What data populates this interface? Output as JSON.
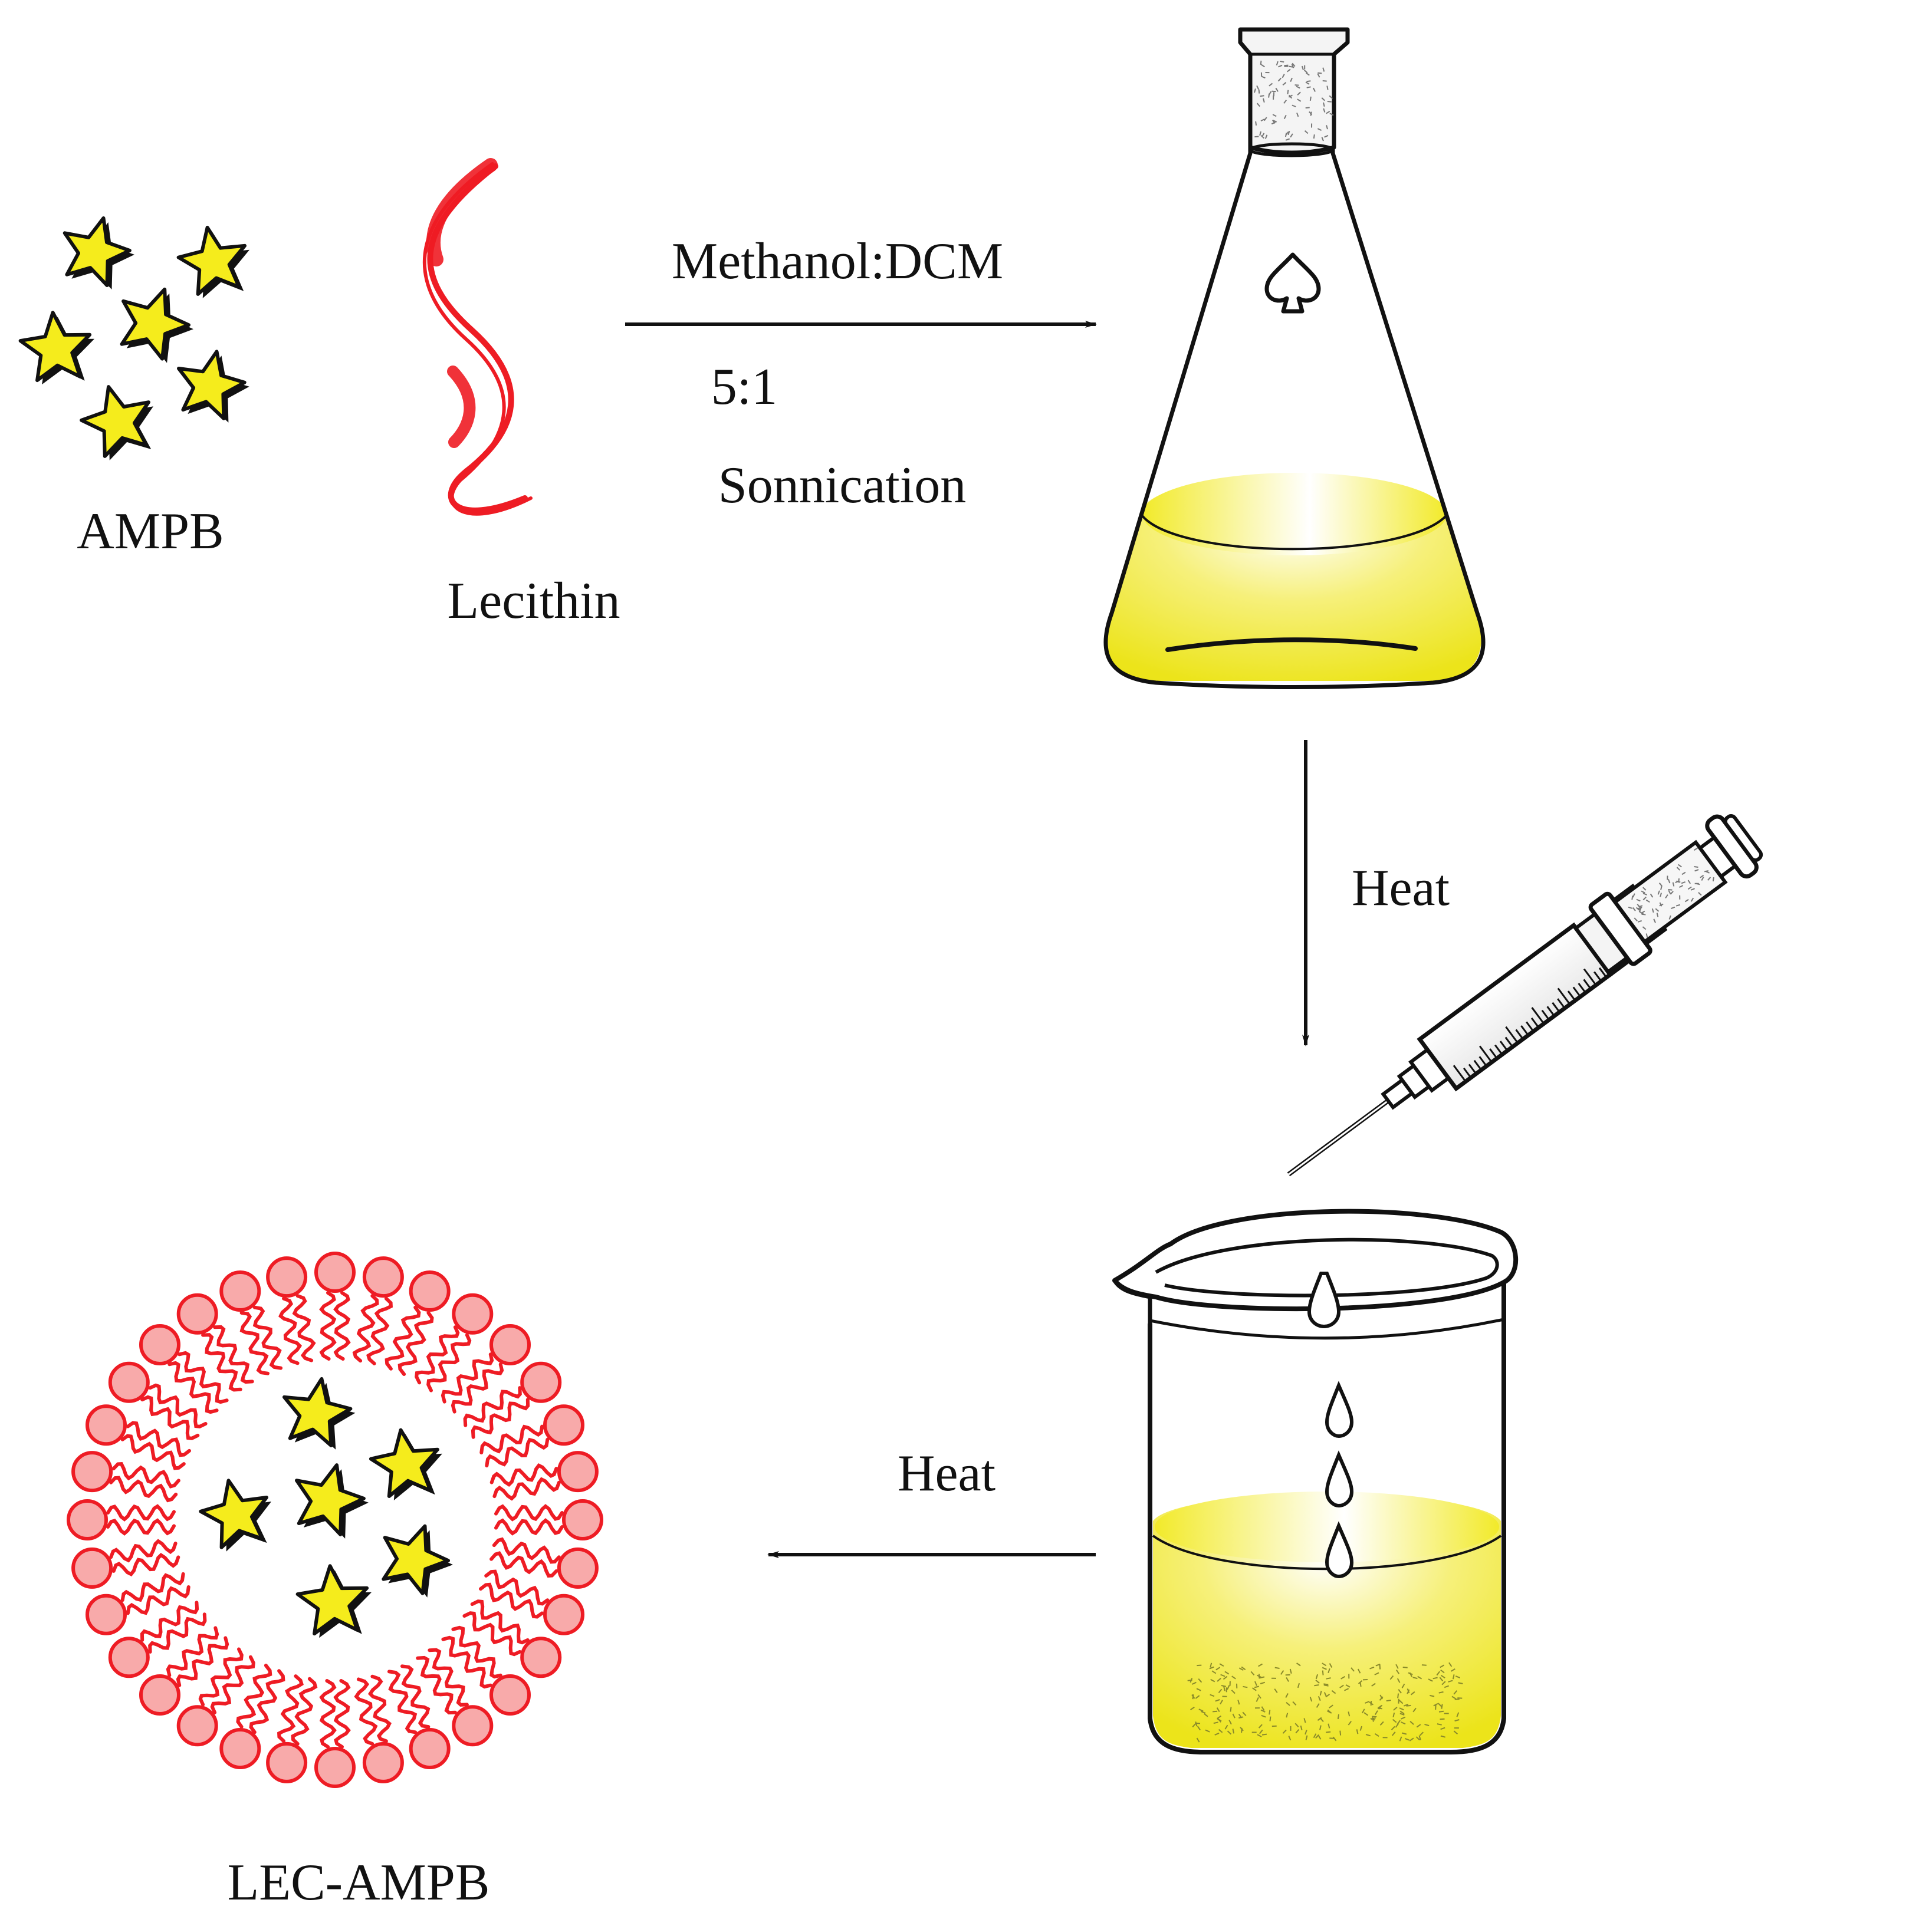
{
  "labels": {
    "ampb": "AMPB",
    "lecithin": "Lecithin",
    "solvent": "Methanol:DCM",
    "ratio": "5:1",
    "sonication": "Sonnication",
    "heat_down": "Heat",
    "heat_left": "Heat",
    "product": "LEC-AMPB"
  },
  "colors": {
    "star_fill": "#f5ec1c",
    "liquid": "#f0e61c",
    "lipid_red": "#ee1c24",
    "lipid_head_fill": "#f8aaaa",
    "ink": "#111111"
  },
  "icons": {
    "flask_mark": "spade-icon"
  }
}
